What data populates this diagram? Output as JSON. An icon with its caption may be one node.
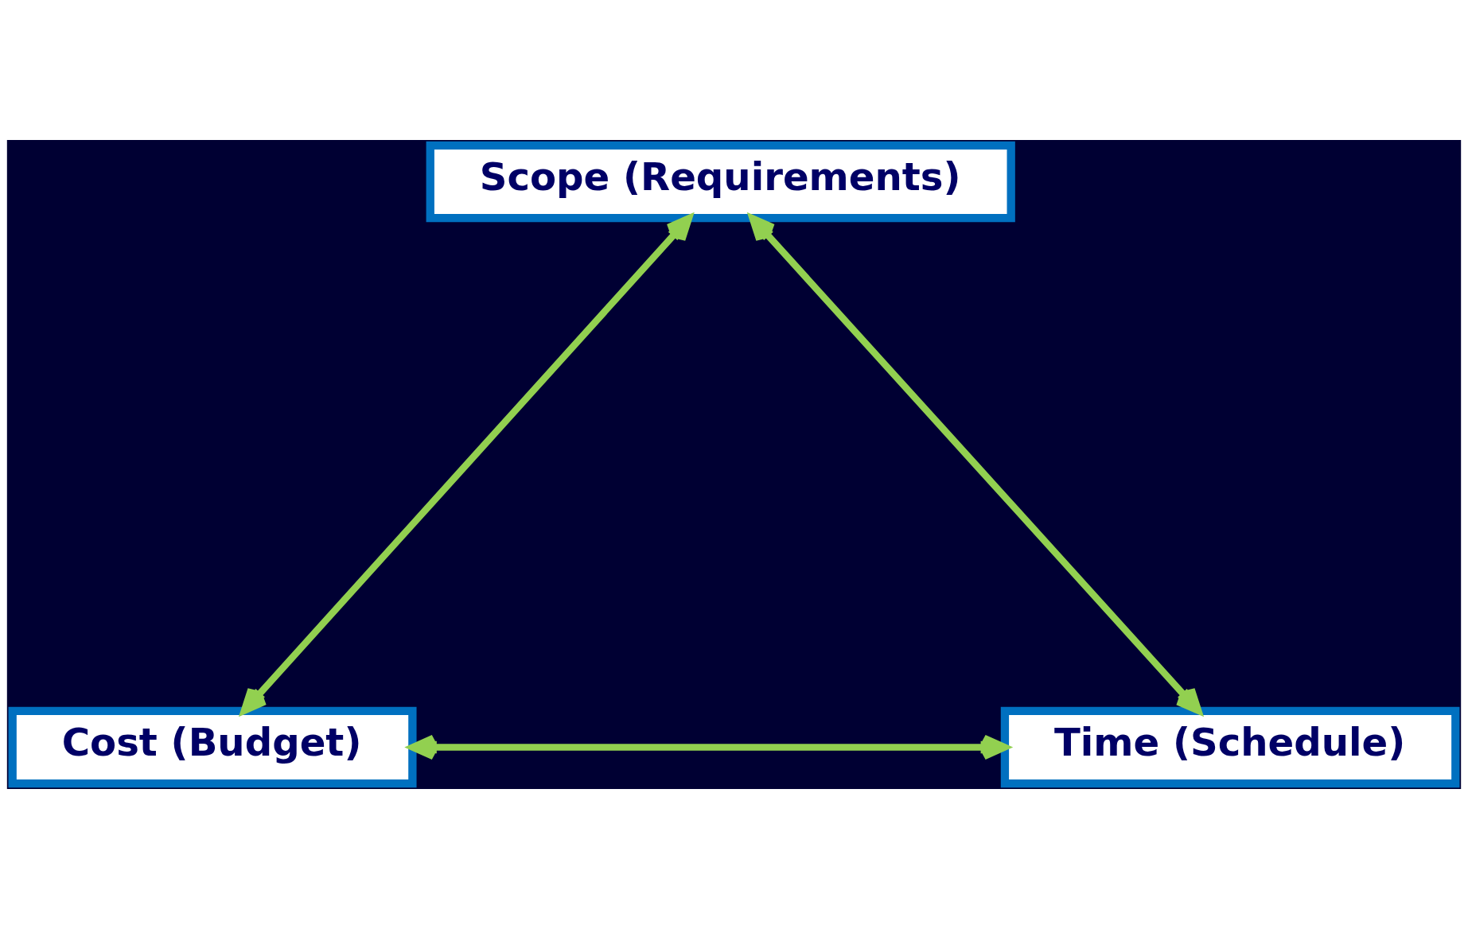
{
  "diagram": {
    "nodes": [
      {
        "text": [
          "Scope (Requirements)"
        ]
      },
      {
        "text": [
          "Cost (Budget)"
        ]
      },
      {
        "text": [
          "Time (Schedule)"
        ]
      }
    ],
    "edges": [
      {
        "from": 0,
        "to": 1,
        "arrow": "both"
      },
      {
        "from": 0,
        "to": 2,
        "arrow": "both"
      },
      {
        "from": 1,
        "to": 2,
        "arrow": "both"
      }
    ]
  }
}
